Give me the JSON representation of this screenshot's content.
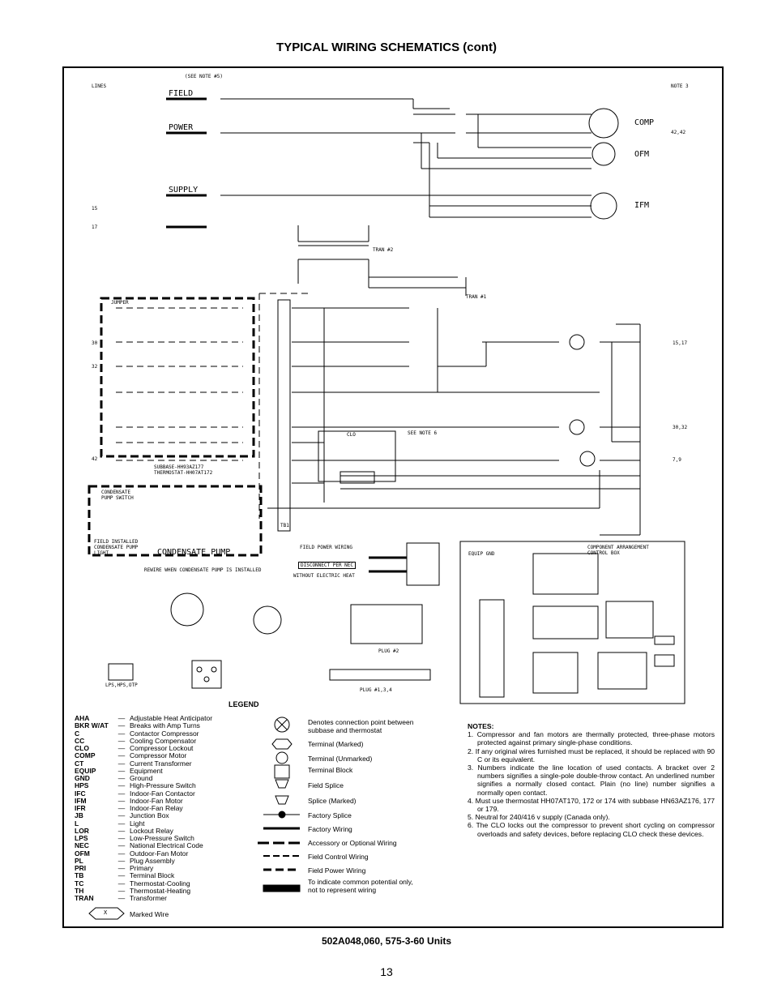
{
  "title": "TYPICAL WIRING SCHEMATICS (cont)",
  "footer": "502A048,060, 575-3-60 Units",
  "page_number": "13",
  "schematic": {
    "lines_label": "LINES",
    "see_note": "(SEE NOTE #5)",
    "note3": "NOTE 3",
    "field": "FIELD",
    "power": "POWER",
    "supply": "SUPPLY",
    "comp": "COMP",
    "ofm": "OFM",
    "ifm": "IFM",
    "line_ref": "42,42",
    "tran1": "TRAN #1",
    "tran2": "TRAN #2",
    "jumper": "JUMPER",
    "subbase": "SUBBASE-HH93AZ177",
    "thermostat": "THERMOSTAT-HH07AT172",
    "condensate_switch": "CONDENSATE PUMP SWITCH",
    "field_installed": "FIELD INSTALLED CONDENSATE PUMP LIGHT",
    "condensate_pump": "CONDENSATE PUMP",
    "rewire": "REWIRE WHEN CONDENSATE PUMP IS INSTALLED",
    "field_power_wiring": "FIELD POWER WIRING",
    "disconnect": "DISCONNECT PER NEC",
    "without_heat": "WITHOUT ELECTRIC HEAT",
    "component_arrangement": "COMPONENT ARRANGEMENT CONTROL BOX",
    "equip_gnd": "EQUIP GND",
    "see_note6": "SEE NOTE 6",
    "plug2": "PLUG #2",
    "plug134": "PLUG #1,3,4",
    "lps_label": "LPS,HPS,OTP",
    "tb1": "TB1",
    "clo": "CLO",
    "row_numbers": [
      "15",
      "17",
      "30",
      "32",
      "42",
      "15,17",
      "30,32",
      "7,9"
    ]
  },
  "legend": {
    "title": "LEGEND",
    "abbreviations": [
      {
        "a": "AHA",
        "d": "Adjustable Heat Anticipator"
      },
      {
        "a": "BKR W/AT",
        "d": "Breaks with Amp Turns"
      },
      {
        "a": "C",
        "d": "Contactor Compressor"
      },
      {
        "a": "CC",
        "d": "Cooling Compensator"
      },
      {
        "a": "CLO",
        "d": "Compressor Lockout"
      },
      {
        "a": "COMP",
        "d": "Compressor Motor"
      },
      {
        "a": "CT",
        "d": "Current Transformer"
      },
      {
        "a": "EQUIP",
        "d": "Equipment"
      },
      {
        "a": "GND",
        "d": "Ground"
      },
      {
        "a": "HPS",
        "d": "High-Pressure Switch"
      },
      {
        "a": "IFC",
        "d": "Indoor-Fan Contactor"
      },
      {
        "a": "IFM",
        "d": "Indoor-Fan Motor"
      },
      {
        "a": "IFR",
        "d": "Indoor-Fan Relay"
      },
      {
        "a": "JB",
        "d": "Junction Box"
      },
      {
        "a": "L",
        "d": "Light"
      },
      {
        "a": "LOR",
        "d": "Lockout Relay"
      },
      {
        "a": "LPS",
        "d": "Low-Pressure Switch"
      },
      {
        "a": "NEC",
        "d": "National Electrical Code"
      },
      {
        "a": "OFM",
        "d": "Outdoor-Fan Motor"
      },
      {
        "a": "PL",
        "d": "Plug Assembly"
      },
      {
        "a": "PRI",
        "d": "Primary"
      },
      {
        "a": "TB",
        "d": "Terminal Block"
      },
      {
        "a": "TC",
        "d": "Thermostat-Cooling"
      },
      {
        "a": "TH",
        "d": "Thermostat-Heating"
      },
      {
        "a": "TRAN",
        "d": "Transformer"
      }
    ],
    "marked_wire": "Marked Wire",
    "marked_x": "X",
    "symbols": [
      "Denotes connection point between subbase and thermostat",
      "Terminal (Marked)",
      "Terminal (Unmarked)",
      "Terminal Block",
      "Field Splice",
      "Splice (Marked)",
      "Factory Splice",
      "Factory Wiring",
      "Accessory or Optional Wiring",
      "Field Control Wiring",
      "Field Power Wiring",
      "To indicate common potential only, not to represent wiring"
    ]
  },
  "notes": {
    "title": "NOTES:",
    "items": [
      "1. Compressor and fan motors are thermally protected, three-phase motors protected against primary single-phase conditions.",
      "2. If any original wires furnished must be replaced, it should be replaced with 90 C or its equivalent.",
      "3. Numbers indicate the line location of used contacts. A bracket over 2 numbers signifies a single-pole double-throw contact. An underlined number signifies a normally closed contact. Plain (no line) number signifies a normally open contact.",
      "4. Must use thermostat HH07AT170, 172 or 174 with subbase HN63AZ176, 177 or 179.",
      "5. Neutral for 240/416 v supply (Canada only).",
      "6. The CLO locks out the compressor to prevent short cycling on compressor overloads and safety devices, before replacing CLO check these devices."
    ]
  }
}
